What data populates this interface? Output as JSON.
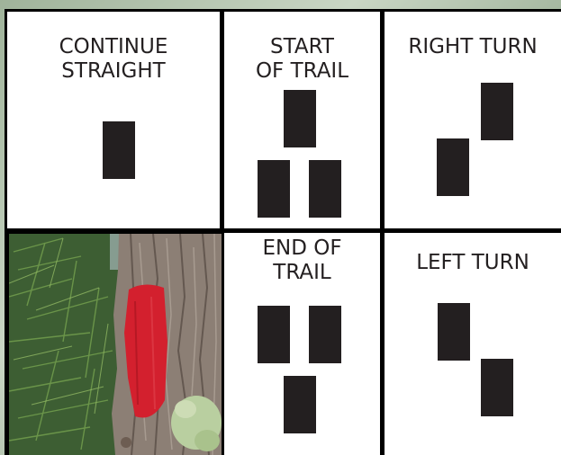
{
  "cells": {
    "continue_straight": {
      "label": "CONTINUE\nSTRAIGHT"
    },
    "start_of_trail": {
      "label": "START\nOF TRAIL"
    },
    "right_turn": {
      "label": "RIGHT TURN"
    },
    "end_of_trail": {
      "label": "END OF\nTRAIL"
    },
    "left_turn": {
      "label": "LEFT TURN"
    }
  },
  "colors": {
    "blaze": "#231f20",
    "paint": "#d3202e",
    "grid": "#000000",
    "panel": "#ffffff"
  },
  "photo": {
    "subject": "tree-trunk-with-red-blaze"
  }
}
